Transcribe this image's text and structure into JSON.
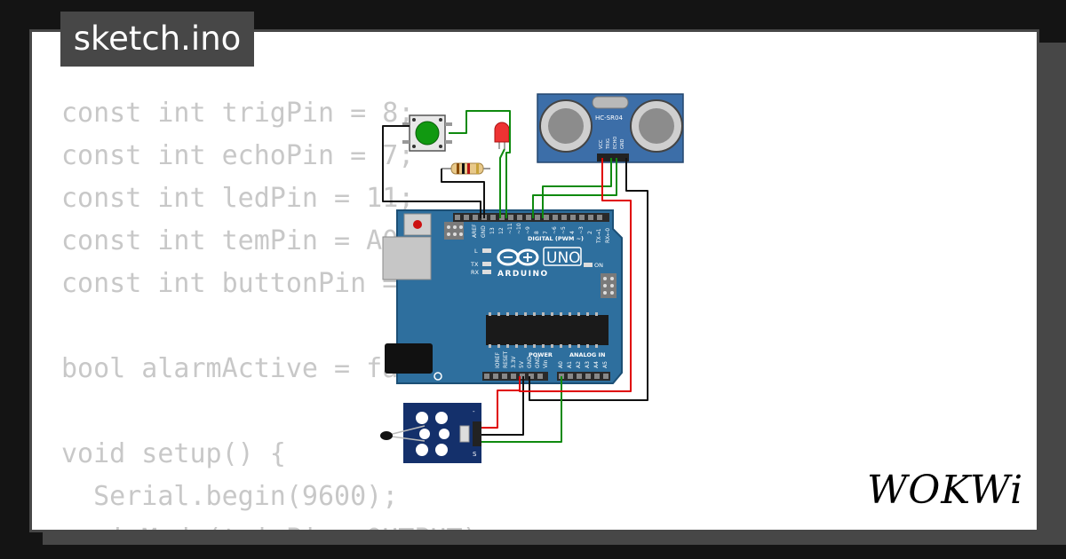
{
  "tab": {
    "filename": "sketch.ino"
  },
  "code_lines": [
    "const int trigPin = 8;",
    "const int echoPin = 7;",
    "const int ledPin = 11;",
    "const int temPin = A0;",
    "const int buttonPin = 12;",
    "",
    "bool alarmActive = false;",
    "",
    "void setup() {",
    "  Serial.begin(9600);",
    "  pinMode(trigPin, OUTPUT);"
  ],
  "board": {
    "model": "UNO",
    "brand": "ARDUINO",
    "digital_header_label": "DIGITAL (PWM ~)",
    "power_label": "POWER",
    "analog_label": "ANALOG IN",
    "on_label": "ON",
    "l_label": "L",
    "tx_label": "TX",
    "rx_label": "RX",
    "aref_label": "AREF",
    "gnd_label": "GND",
    "digital_pins": [
      "13",
      "12",
      "~11",
      "~10",
      "~9",
      "8",
      "7",
      "~6",
      "~5",
      "4",
      "~3",
      "2",
      "TX→1",
      "RX←0"
    ],
    "power_pins": [
      "IOREF",
      "RESET",
      "3.3V",
      "5V",
      "GND",
      "GND",
      "Vin"
    ],
    "analog_pins": [
      "A0",
      "A1",
      "A2",
      "A3",
      "A4",
      "A5"
    ]
  },
  "sensor": {
    "label": "HC-SR04",
    "pins": [
      "VCC",
      "TRIG",
      "ECHO",
      "GND"
    ]
  },
  "temp_module": {
    "pin_labels": [
      "-",
      "S"
    ]
  },
  "brand_logo": {
    "text": "WOKWi"
  },
  "colors": {
    "background": "#141414",
    "panel": "#474747",
    "card": "#ffffff",
    "code_text": "#c8c8c8",
    "board_blue": "#2e6f9e",
    "sensor_blue": "#3c6ea8",
    "module_navy": "#14306b",
    "wire_red": "#e00000",
    "wire_green": "#0f8a0f",
    "wire_black": "#111111",
    "button_green": "#119911",
    "led_red": "#ee3333"
  }
}
